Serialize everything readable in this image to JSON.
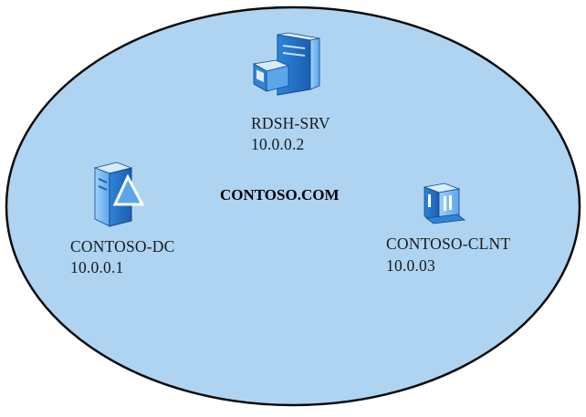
{
  "domain": {
    "name": "CONTOSO.COM",
    "fill_color": "#aed4f2",
    "stroke_color": "#0b0b0b"
  },
  "nodes": [
    {
      "id": "rdsh-srv",
      "hostname": "RDSH-SRV",
      "ip": "10.0.0.2",
      "icon": "server-icon"
    },
    {
      "id": "contoso-dc",
      "hostname": "CONTOSO-DC",
      "ip": "10.0.0.1",
      "icon": "domain-controller-icon"
    },
    {
      "id": "contoso-clnt",
      "hostname": "CONTOSO-CLNT",
      "ip": "10.0.03",
      "icon": "client-computer-icon"
    }
  ],
  "colors": {
    "icon_dark": "#1a5fb0",
    "icon_mid": "#3d8fe0",
    "icon_light": "#bfe0fb"
  }
}
